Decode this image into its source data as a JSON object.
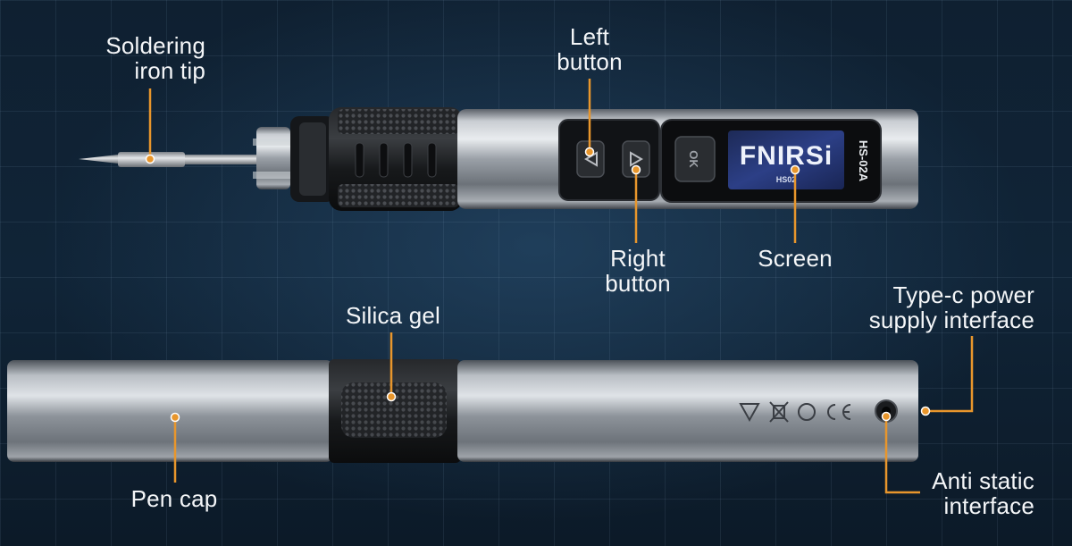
{
  "callouts": {
    "tip": "Soldering\niron tip",
    "left_button": "Left\nbutton",
    "right_button": "Right\nbutton",
    "screen": "Screen",
    "type_c": "Type-c power\nsupply interface",
    "silica_gel": "Silica gel",
    "pen_cap": "Pen cap",
    "anti_static": "Anti static\ninterface"
  },
  "device": {
    "brand": "FNIRSi",
    "model": "HS-02A",
    "screen_model": "HS02",
    "ok_label": "OK"
  },
  "colors": {
    "accent": "#e8962c",
    "background": "#0f2031",
    "label_text": "#f4f6f8"
  }
}
